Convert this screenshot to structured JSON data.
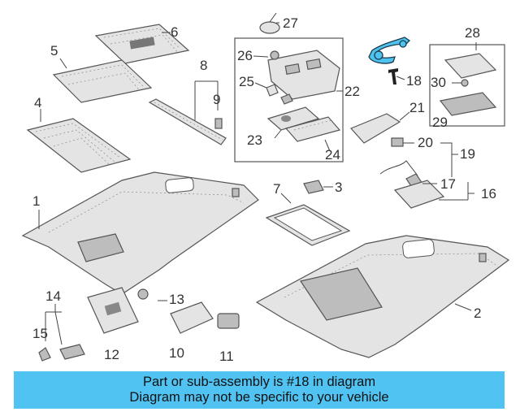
{
  "diagram": {
    "callouts": [
      "1",
      "2",
      "3",
      "4",
      "5",
      "6",
      "7",
      "8",
      "9",
      "10",
      "11",
      "12",
      "13",
      "14",
      "15",
      "16",
      "17",
      "18",
      "19",
      "20",
      "21",
      "22",
      "23",
      "24",
      "25",
      "26",
      "27",
      "28",
      "29",
      "30"
    ],
    "highlight_color": "#4fc3ef"
  },
  "banner": {
    "line1": "Part or sub-assembly is #18 in diagram",
    "line2": "Diagram may not be specific to your vehicle",
    "background": "#50c3f3"
  }
}
